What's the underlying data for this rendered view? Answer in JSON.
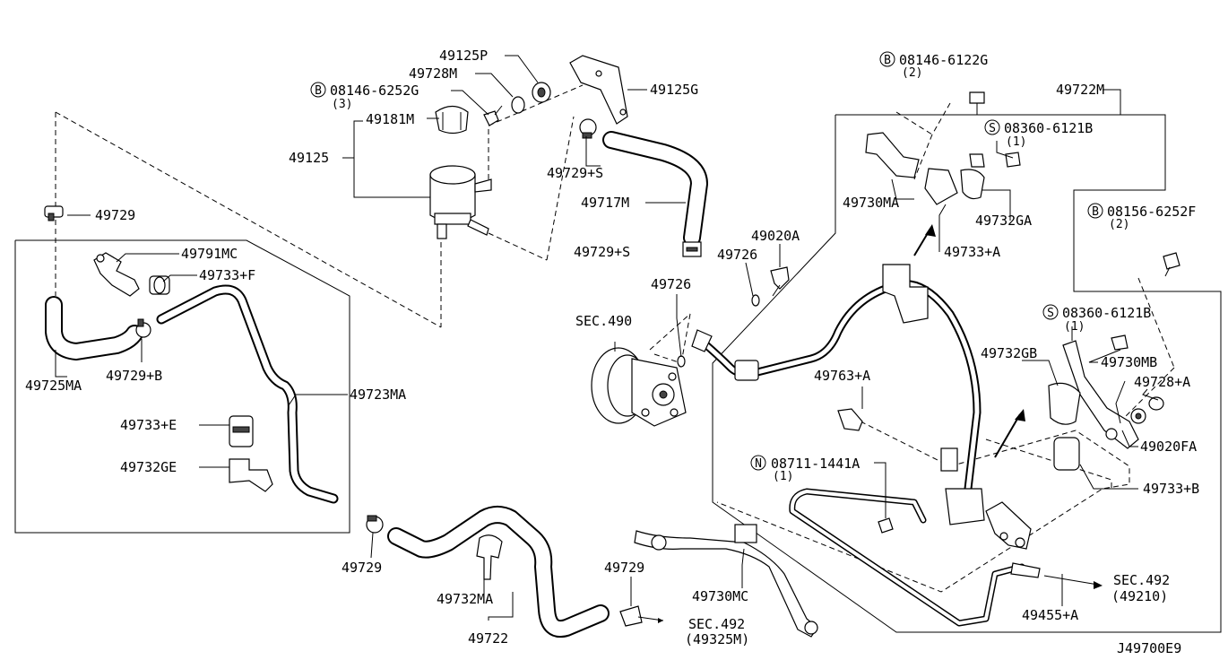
{
  "diagram_id": "J49700E9",
  "labels": {
    "p49125P": "49125P",
    "p49728M": "49728M",
    "p49125G": "49125G",
    "bolt08146_6252G": "08146-6252G",
    "bolt08146_6252G_qty": "(3)",
    "p49181M": "49181M",
    "p49125": "49125",
    "p49729S_a": "49729+S",
    "p49717M": "49717M",
    "p49729S_b": "49729+S",
    "p49729_top": "49729",
    "p49791MC": "49791MC",
    "p49733F": "49733+F",
    "p49725MA": "49725MA",
    "p49729B": "49729+B",
    "p49723MA": "49723MA",
    "p49733E": "49733+E",
    "p49732GE": "49732GE",
    "p49729_mid": "49729",
    "p49732MA": "49732MA",
    "p49722": "49722",
    "p49729_low": "49729",
    "sec492_a": "SEC.492",
    "sec492_a_ref": "(49325M)",
    "p49730MC": "49730MC",
    "p49020A": "49020A",
    "p49726_a": "49726",
    "p49726_b": "49726",
    "sec490": "SEC.490",
    "bolt08146_6122G": "08146-6122G",
    "bolt08146_6122G_qty": "(2)",
    "p49722M": "49722M",
    "screw08360_6121B_a": "08360-6121B",
    "screw08360_6121B_a_qty": "(1)",
    "p49730MA": "49730MA",
    "p49732GA": "49732GA",
    "p49733A": "49733+A",
    "bolt08156_6252F": "08156-6252F",
    "bolt08156_6252F_qty": "(2)",
    "screw08360_6121B_b": "08360-6121B",
    "screw08360_6121B_b_qty": "(1)",
    "p49732GB": "49732GB",
    "p49730MB": "49730MB",
    "p49728A": "49728+A",
    "p49763A": "49763+A",
    "p49020FA": "49020FA",
    "nut08711_1441A": "08711-1441A",
    "nut08711_1441A_qty": "(1)",
    "p49733B": "49733+B",
    "sec492_b": "SEC.492",
    "sec492_b_ref": "(49210)",
    "p49455A": "49455+A",
    "marker_B": "B",
    "marker_S": "S",
    "marker_N": "N"
  }
}
